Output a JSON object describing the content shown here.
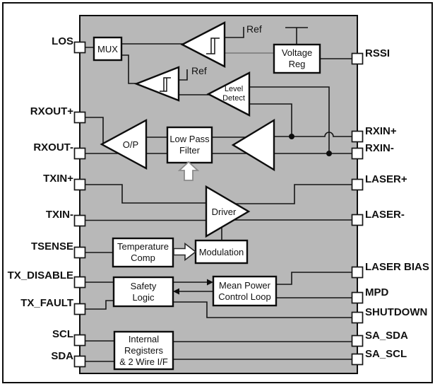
{
  "diagram_title": "transceiver-ic-functional-block-diagram",
  "colors": {
    "chip_fill": "#b8b8b8",
    "background": "#ffffff",
    "line": "#161616"
  },
  "pins": {
    "left": [
      {
        "label": "LOS"
      },
      {
        "label": "RXOUT+"
      },
      {
        "label": "RXOUT-"
      },
      {
        "label": "TXIN+"
      },
      {
        "label": "TXIN-"
      },
      {
        "label": "TSENSE"
      },
      {
        "label": "TX_DISABLE"
      },
      {
        "label": "TX_FAULT"
      },
      {
        "label": "SCL"
      },
      {
        "label": "SDA"
      }
    ],
    "right": [
      {
        "label": "RSSI"
      },
      {
        "label": "RXIN+"
      },
      {
        "label": "RXIN-"
      },
      {
        "label": "LASER+"
      },
      {
        "label": "LASER-"
      },
      {
        "label": "LASER BIAS"
      },
      {
        "label": "MPD"
      },
      {
        "label": "SHUTDOWN"
      },
      {
        "label": "SA_SDA"
      },
      {
        "label": "SA_SCL"
      }
    ]
  },
  "blocks": {
    "mux": {
      "label": "MUX"
    },
    "voltage_reg": {
      "line1": "Voltage",
      "line2": "Reg"
    },
    "level_detect": {
      "line1": "Level",
      "line2": "Detect"
    },
    "low_pass_filter": {
      "line1": "Low Pass",
      "line2": "Filter"
    },
    "op_buffer": {
      "label": "O/P"
    },
    "driver": {
      "label": "Driver"
    },
    "temperature_comp": {
      "line1": "Temperature",
      "line2": "Comp"
    },
    "modulation": {
      "label": "Modulation"
    },
    "safety_logic": {
      "line1": "Safety",
      "line2": "Logic"
    },
    "mean_power_control_loop": {
      "line1": "Mean Power",
      "line2": "Control Loop"
    },
    "internal_registers": {
      "line1": "Internal",
      "line2": "Registers",
      "line3": "& 2 Wire I/F"
    }
  },
  "ref_labels": {
    "top": "Ref",
    "middle": "Ref"
  }
}
